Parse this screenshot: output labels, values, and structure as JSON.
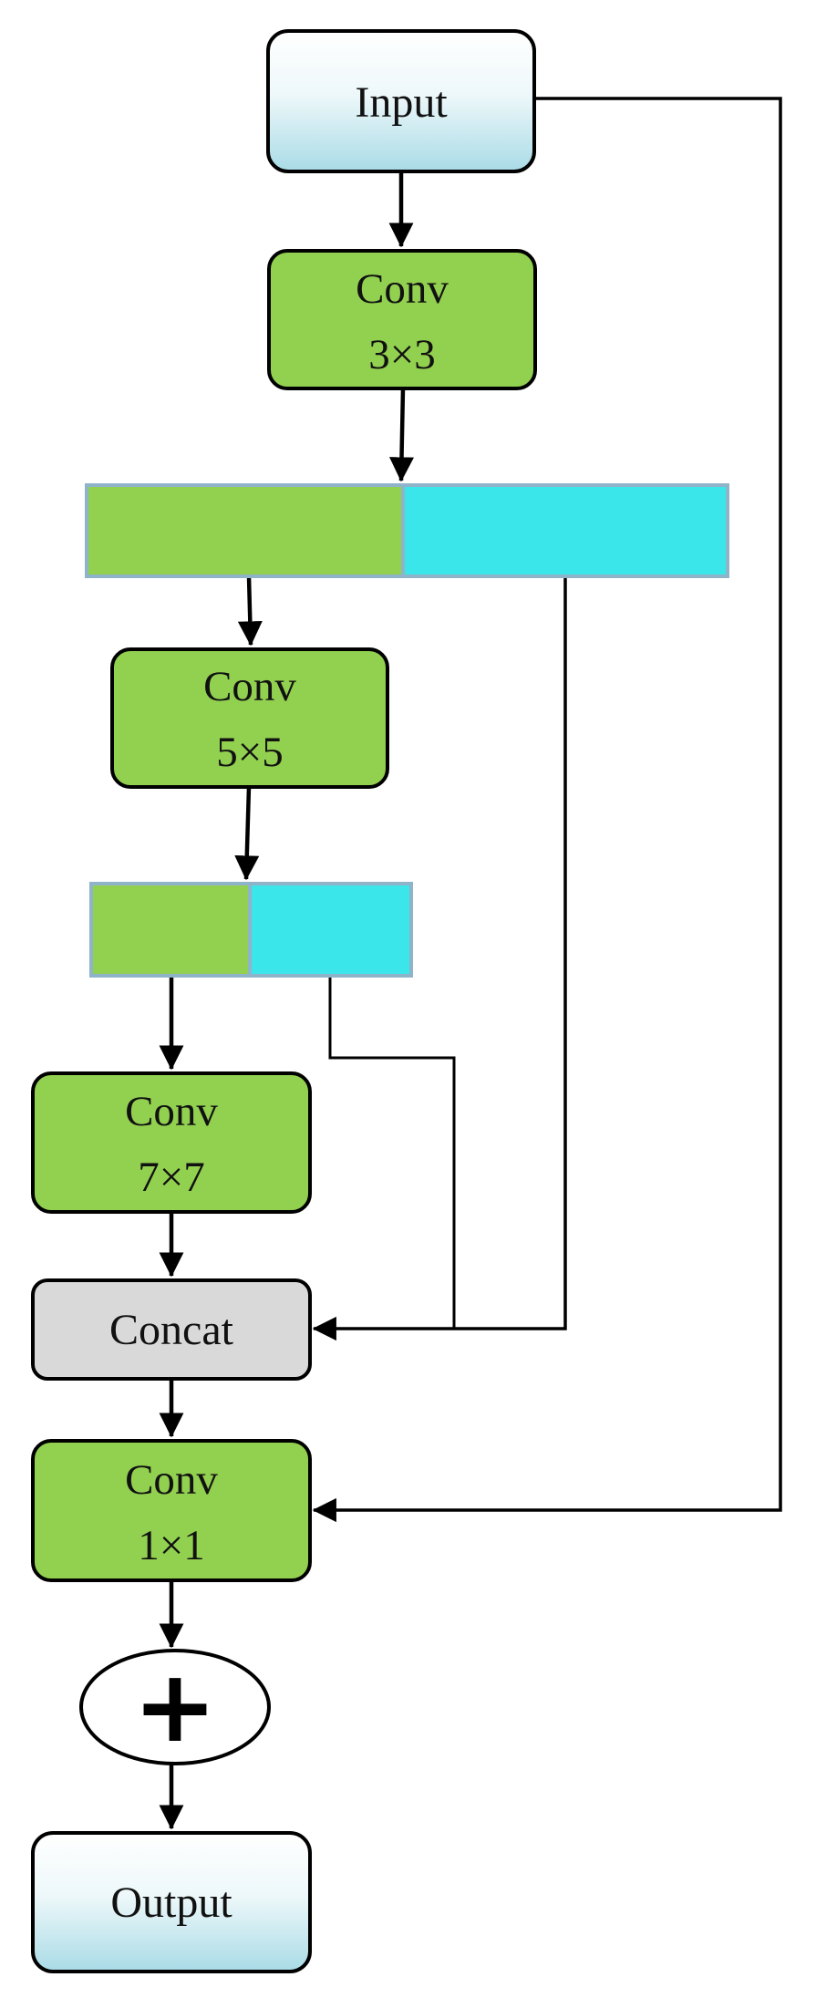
{
  "colors": {
    "conv": "#92d050",
    "concat": "#d9d9d9",
    "io_top": "#ffffff",
    "io_bottom": "#a9dbe6",
    "split_left": "#92d050",
    "split_right": "#3ae6ea"
  },
  "nodes": {
    "input": {
      "label": "Input"
    },
    "conv3": {
      "line1": "Conv",
      "line2": "3×3"
    },
    "conv5": {
      "line1": "Conv",
      "line2": "5×5"
    },
    "conv7": {
      "line1": "Conv",
      "line2": "7×7"
    },
    "concat": {
      "label": "Concat"
    },
    "conv1": {
      "line1": "Conv",
      "line2": "1×1"
    },
    "add": {
      "symbol": "+"
    },
    "output": {
      "label": "Output"
    }
  }
}
